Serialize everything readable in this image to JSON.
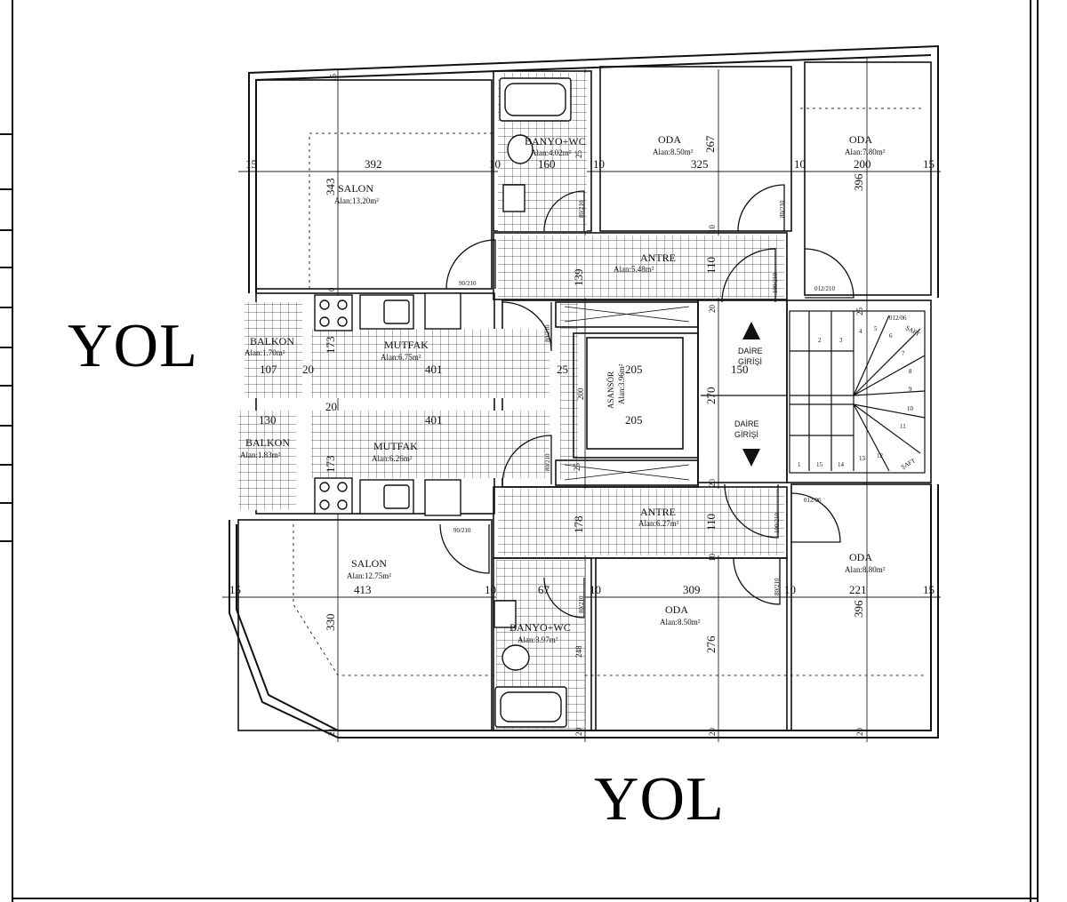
{
  "roads": {
    "left": "YOL",
    "bottom": "YOL"
  },
  "rooms": {
    "salon_top": {
      "name": "SALON",
      "area": "Alan:13.20m²"
    },
    "banyo_top": {
      "name": "BANYO+WC",
      "area": "Alan:4.02m²"
    },
    "oda_top_mid": {
      "name": "ODA",
      "area": "Alan:8.50m²"
    },
    "oda_top_right": {
      "name": "ODA",
      "area": "Alan:7.80m²"
    },
    "antre_top": {
      "name": "ANTRE",
      "area": "Alan:5.48m²"
    },
    "balkon_top": {
      "name": "BALKON",
      "area": "Alan:1.70m²"
    },
    "mutfak_top": {
      "name": "MUTFAK",
      "area": "Alan:6.75m²"
    },
    "asansor": {
      "name": "ASANSÖR",
      "area": "Alan:3.96m²"
    },
    "balkon_bottom": {
      "name": "BALKON",
      "area": "Alan:1.83m²"
    },
    "mutfak_bottom": {
      "name": "MUTFAK",
      "area": "Alan:6.26m²"
    },
    "antre_bottom": {
      "name": "ANTRE",
      "area": "Alan:6.27m²"
    },
    "salon_bottom": {
      "name": "SALON",
      "area": "Alan:12.75m²"
    },
    "banyo_bottom": {
      "name": "BANYO+WC",
      "area": "Alan:3.97m²"
    },
    "oda_bottom_mid": {
      "name": "ODA",
      "area": "Alan:8.50m²"
    },
    "oda_bottom_right": {
      "name": "ODA",
      "area": "Alan:8.80m²"
    }
  },
  "entrances": {
    "top": {
      "line1": "DAİRE",
      "line2": "GİRİŞİ"
    },
    "bottom": {
      "line1": "DAİRE",
      "line2": "GİRİŞİ"
    }
  },
  "dimensions": {
    "d15a": "15",
    "d392": "392",
    "d10a": "10",
    "d160": "160",
    "d10b": "10",
    "d325": "325",
    "d10c": "10",
    "d200": "200",
    "d15b": "15",
    "d343": "343",
    "d267": "267",
    "d396a": "396",
    "d25a": "25",
    "d15c": "15",
    "d139": "139",
    "d110a": "110",
    "d20a": "20",
    "d10d": "10",
    "d173a": "173",
    "d107": "107",
    "d20b": "20",
    "d401a": "401",
    "d25b": "25",
    "d205a": "205",
    "d150": "150",
    "d270": "270",
    "d200b": "200",
    "d130": "130",
    "d20c": "20",
    "d401b": "401",
    "d205b": "205",
    "d173b": "173",
    "d25c": "25",
    "d20d": "20",
    "d178": "178",
    "d110b": "110",
    "d10e": "10",
    "d15d": "15",
    "d413": "413",
    "d10f": "10",
    "d67": "67",
    "d10g": "10",
    "d309": "309",
    "d10h": "10",
    "d221": "221",
    "d15e": "15",
    "d330": "330",
    "d248": "248",
    "d276": "276",
    "d396b": "396",
    "d21": "21",
    "d20e": "20",
    "d20f": "20",
    "d20g": "20",
    "d0": "0",
    "d25d": "25"
  },
  "doors": {
    "w90a": "90/210",
    "w90b": "90/210",
    "w80a": "80/210",
    "w80b": "80/210",
    "w80c": "80/210",
    "w80d": "80/210",
    "w80e": "80/210",
    "w80f": "80/210",
    "w100a": "100/210",
    "w100b": "100/210",
    "w12a": "012/06",
    "w12b": "012/06",
    "w12c": "012/210"
  },
  "stairs": {
    "s1": "ŞAFT",
    "s2": "ŞAFT",
    "n15": "15",
    "n14": "14",
    "n13": "13",
    "n12": "12",
    "n11": "11",
    "n10": "10",
    "n9": "9",
    "n8": "8",
    "n7": "7",
    "n6": "6",
    "n5": "5",
    "n4": "4",
    "n3": "3",
    "n2": "2",
    "n1": "1"
  }
}
